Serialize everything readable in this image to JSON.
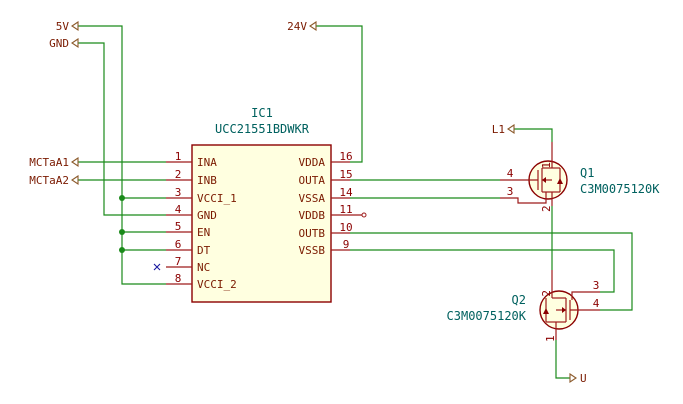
{
  "net_labels": {
    "v5": "5V",
    "gnd": "GND",
    "mctaa1": "MCTaA1",
    "mctaa2": "MCTaA2",
    "v24": "24V",
    "l1": "L1",
    "u": "U"
  },
  "ic1": {
    "ref": "IC1",
    "value": "UCC21551BDWKR",
    "left_pins": [
      {
        "num": "1",
        "name": "INA"
      },
      {
        "num": "2",
        "name": "INB"
      },
      {
        "num": "3",
        "name": "VCCI_1"
      },
      {
        "num": "4",
        "name": "GND"
      },
      {
        "num": "5",
        "name": "EN"
      },
      {
        "num": "6",
        "name": "DT"
      },
      {
        "num": "7",
        "name": "NC"
      },
      {
        "num": "8",
        "name": "VCCI_2"
      }
    ],
    "right_pins": [
      {
        "num": "16",
        "name": "VDDA"
      },
      {
        "num": "15",
        "name": "OUTA"
      },
      {
        "num": "14",
        "name": "VSSA"
      },
      {
        "num": "11",
        "name": "VDDB"
      },
      {
        "num": "10",
        "name": "OUTB"
      },
      {
        "num": "9",
        "name": "VSSB"
      }
    ]
  },
  "q1": {
    "ref": "Q1",
    "value": "C3M0075120K",
    "pins": {
      "p1": "1",
      "p2": "2",
      "p3": "3",
      "p4": "4"
    }
  },
  "q2": {
    "ref": "Q2",
    "value": "C3M0075120K",
    "pins": {
      "p1": "1",
      "p2": "2",
      "p3": "3",
      "p4": "4"
    }
  }
}
